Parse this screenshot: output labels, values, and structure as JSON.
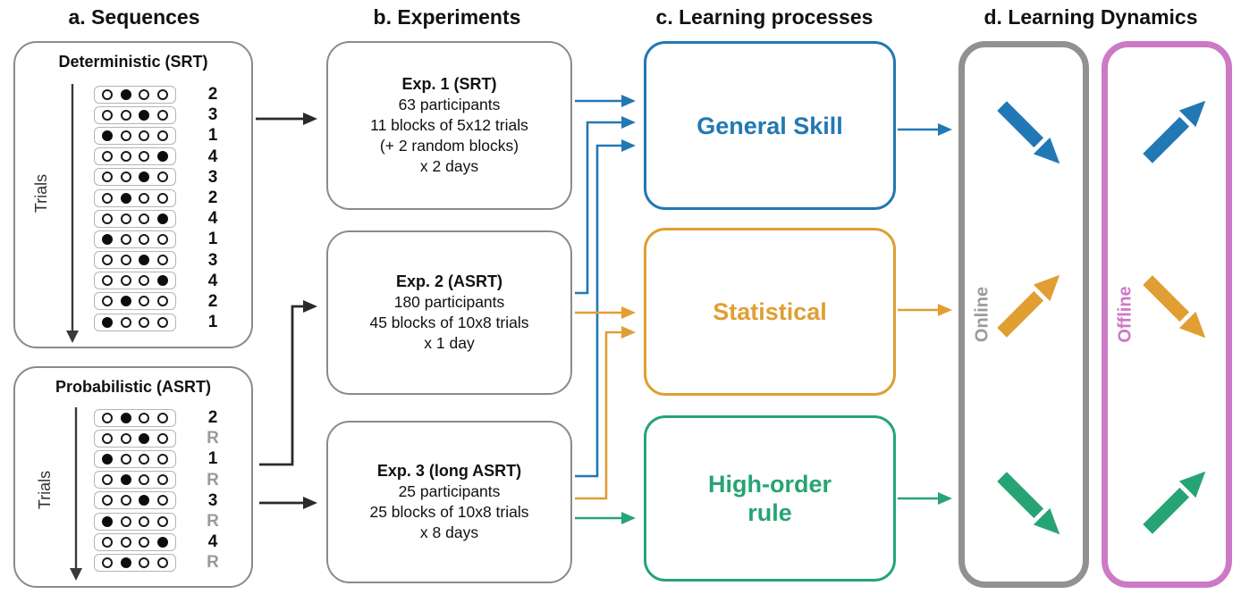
{
  "headers": {
    "a": "a. Sequences",
    "b": "b. Experiments",
    "c": "c. Learning processes",
    "d": "d. Learning Dynamics"
  },
  "colors": {
    "blue": "#2278b4",
    "orange": "#e09e33",
    "green": "#27a474",
    "pink": "#cc79c6",
    "gray": "#919191",
    "black": "#2a2a2a",
    "random_label_gray": "#9a9a9a"
  },
  "sequences": {
    "deterministic": {
      "title": "Deterministic (SRT)",
      "axis_label": "Trials",
      "rows": [
        {
          "dot": 2,
          "label": "2",
          "random": false
        },
        {
          "dot": 3,
          "label": "3",
          "random": false
        },
        {
          "dot": 1,
          "label": "1",
          "random": false
        },
        {
          "dot": 4,
          "label": "4",
          "random": false
        },
        {
          "dot": 3,
          "label": "3",
          "random": false
        },
        {
          "dot": 2,
          "label": "2",
          "random": false
        },
        {
          "dot": 4,
          "label": "4",
          "random": false
        },
        {
          "dot": 1,
          "label": "1",
          "random": false
        },
        {
          "dot": 3,
          "label": "3",
          "random": false
        },
        {
          "dot": 4,
          "label": "4",
          "random": false
        },
        {
          "dot": 2,
          "label": "2",
          "random": false
        },
        {
          "dot": 1,
          "label": "1",
          "random": false
        }
      ]
    },
    "probabilistic": {
      "title": "Probabilistic (ASRT)",
      "axis_label": "Trials",
      "rows": [
        {
          "dot": 2,
          "label": "2",
          "random": false
        },
        {
          "dot": 3,
          "label": "R",
          "random": true
        },
        {
          "dot": 1,
          "label": "1",
          "random": false
        },
        {
          "dot": 2,
          "label": "R",
          "random": true
        },
        {
          "dot": 3,
          "label": "3",
          "random": false
        },
        {
          "dot": 1,
          "label": "R",
          "random": true
        },
        {
          "dot": 4,
          "label": "4",
          "random": false
        },
        {
          "dot": 2,
          "label": "R",
          "random": true
        }
      ]
    }
  },
  "experiments": [
    {
      "title": "Exp. 1 (SRT)",
      "lines": [
        "63 participants",
        "11 blocks of 5x12 trials",
        "(+ 2 random blocks)",
        "x 2 days"
      ]
    },
    {
      "title": "Exp. 2 (ASRT)",
      "lines": [
        "180 participants",
        "45 blocks of 10x8 trials",
        "x 1 day"
      ]
    },
    {
      "title": "Exp. 3 (long ASRT)",
      "lines": [
        "25 participants",
        "25 blocks of 10x8 trials",
        "x 8 days"
      ]
    }
  ],
  "processes": [
    {
      "label": "General Skill",
      "color": "#2278b4"
    },
    {
      "label": "Statistical",
      "color": "#e09e33"
    },
    {
      "label": "High-order rule",
      "color": "#27a474"
    }
  ],
  "dynamics": {
    "online": {
      "label": "Online",
      "color": "#919191",
      "label_color": "#9b9b9b",
      "arrows": [
        {
          "color": "#2278b4",
          "direction": "down-right",
          "meaning": "general-skill-online"
        },
        {
          "color": "#e09e33",
          "direction": "up-right",
          "meaning": "statistical-online"
        },
        {
          "color": "#27a474",
          "direction": "down-right",
          "meaning": "high-order-rule-online"
        }
      ]
    },
    "offline": {
      "label": "Offline",
      "color": "#cc79c6",
      "label_color": "#cc79c6",
      "arrows": [
        {
          "color": "#2278b4",
          "direction": "up-right",
          "meaning": "general-skill-offline"
        },
        {
          "color": "#e09e33",
          "direction": "down-right",
          "meaning": "statistical-offline"
        },
        {
          "color": "#27a474",
          "direction": "up-right",
          "meaning": "high-order-rule-offline"
        }
      ]
    }
  }
}
